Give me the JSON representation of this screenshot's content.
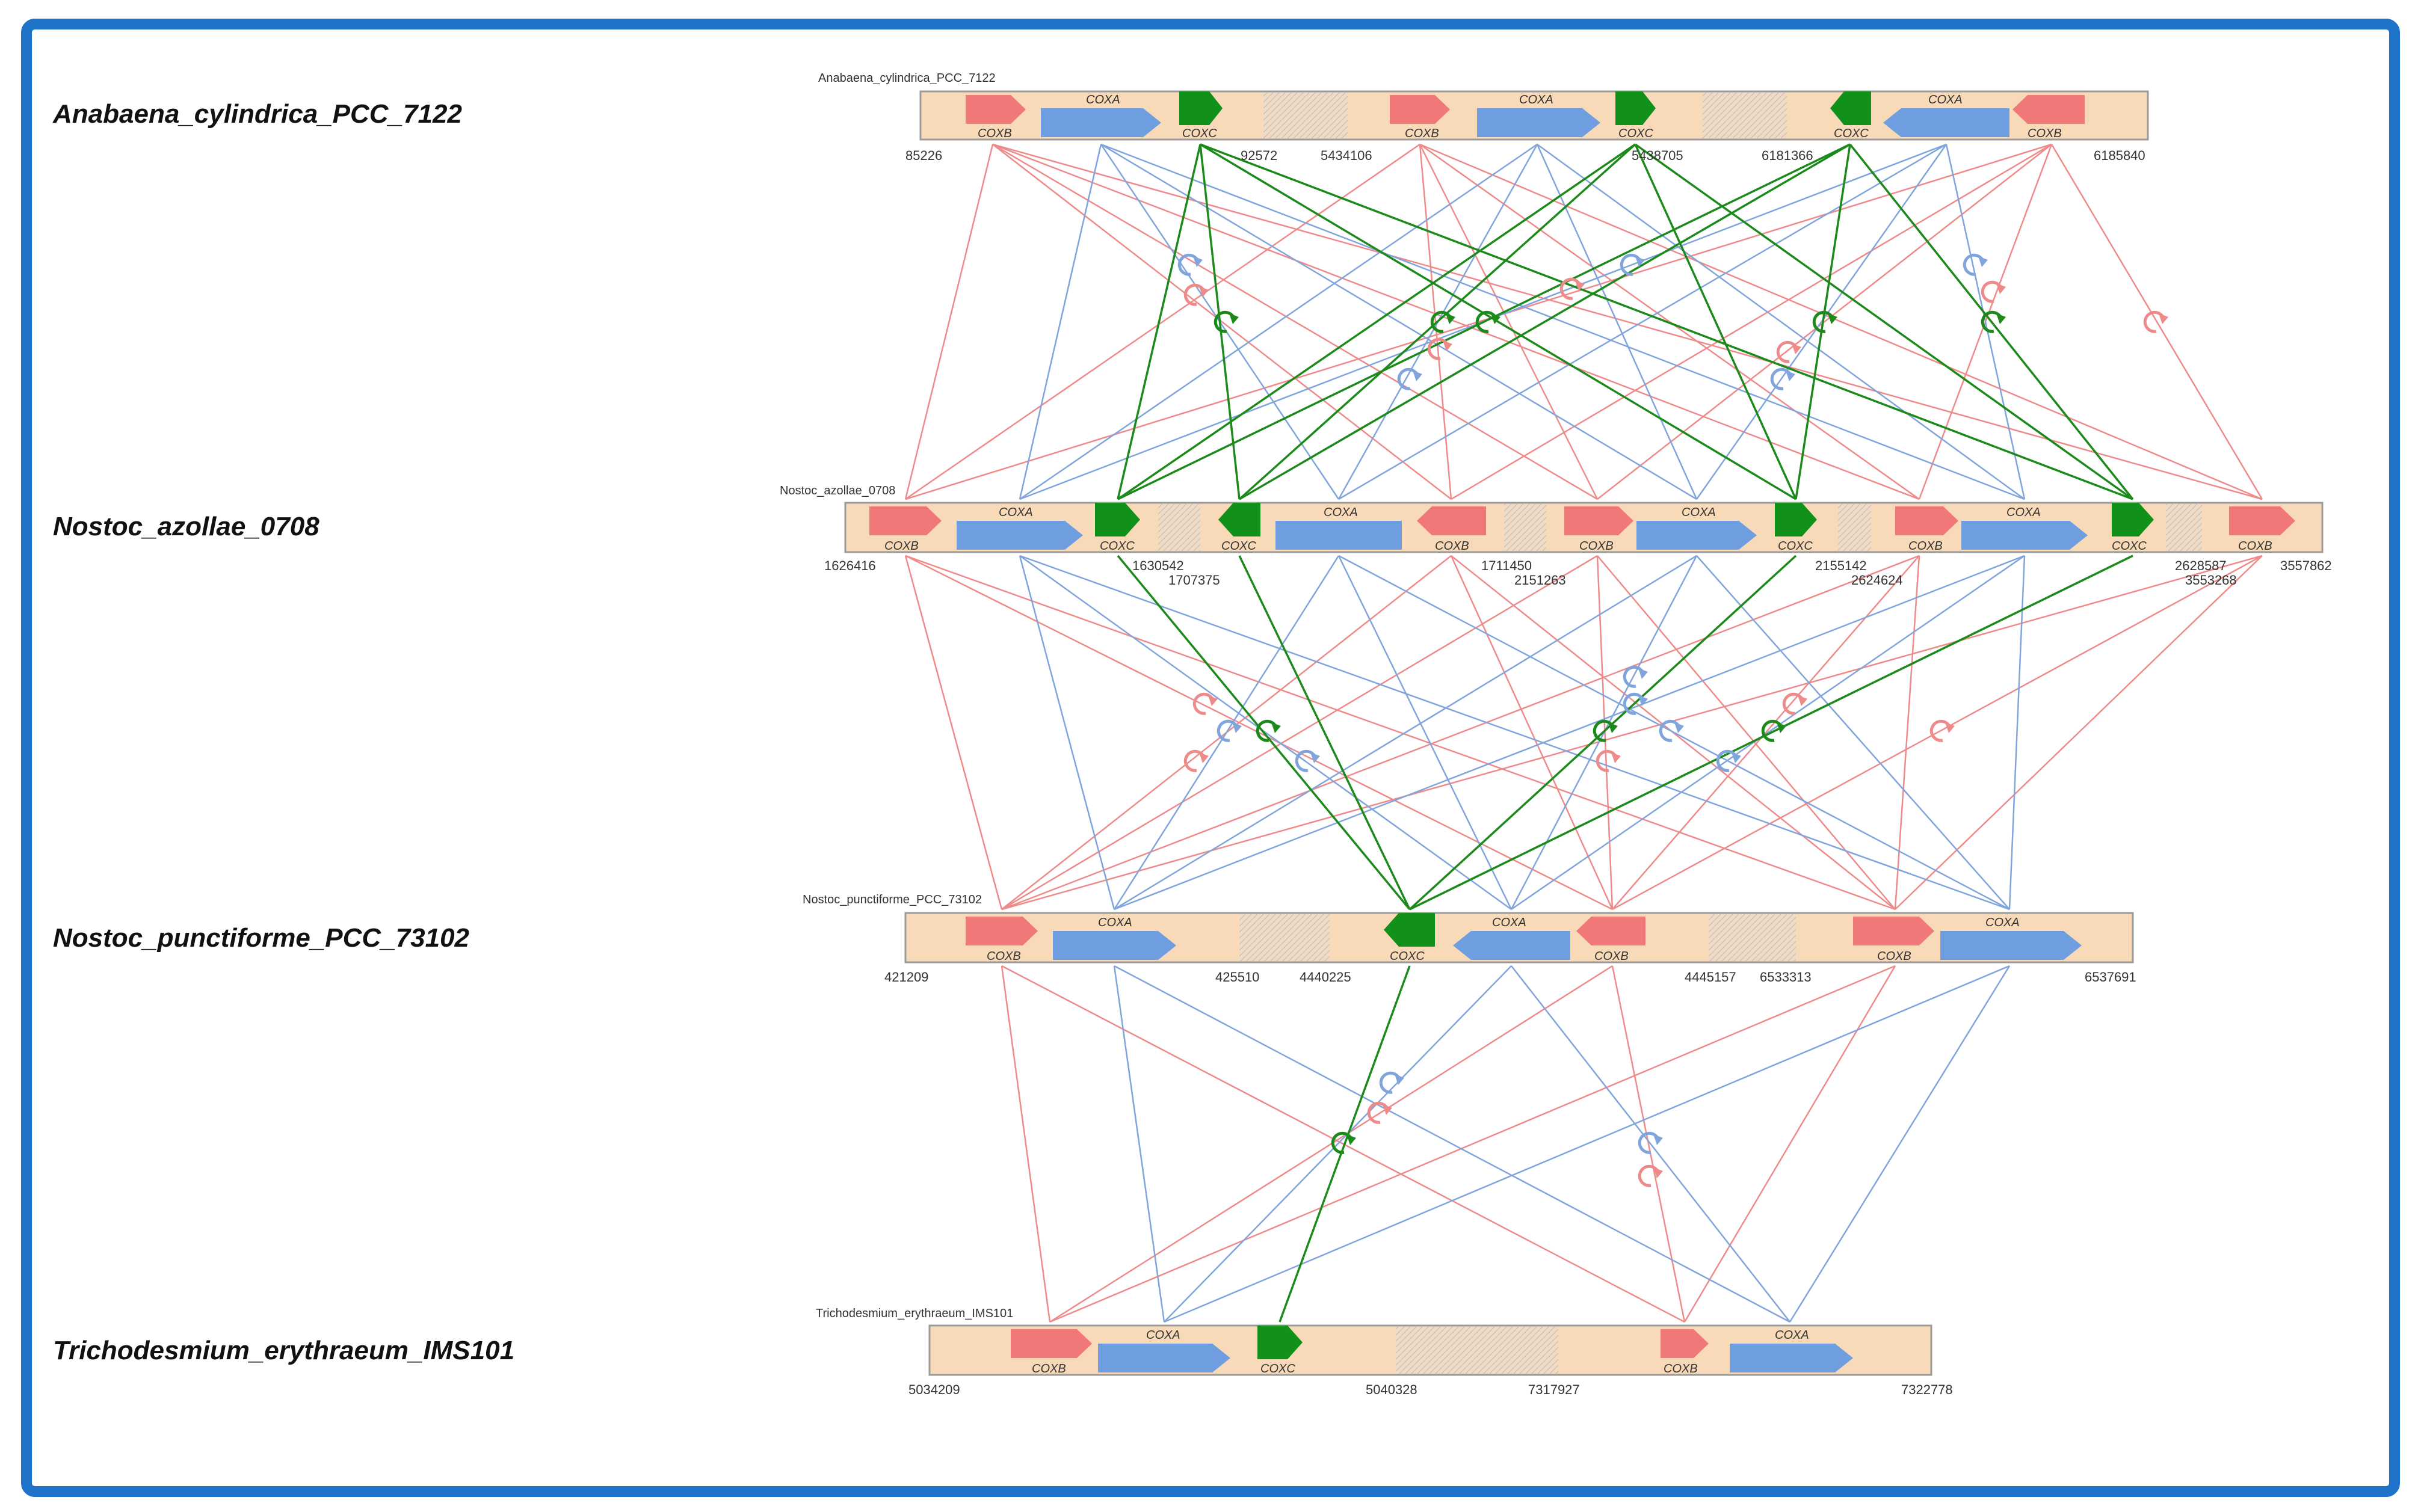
{
  "colors": {
    "frame": "#1f73c9",
    "cox_b": "#f07878",
    "cox_a": "#6e9ee0",
    "cox_c": "#11901a",
    "track": "#f8d9b8",
    "track_edge": "#a0a0a0",
    "gap": "#eddcc8",
    "link_b": "#ef8a8a",
    "link_a": "#80a4dc",
    "link_c": "#1b8a1b"
  },
  "genomes": [
    {
      "name": "Anabaena_cylindrica_PCC_7122",
      "track_name": "Anabaena_cylindrica_PCC_7122",
      "coords": [
        "85226",
        "92572",
        "5434106",
        "5438705",
        "6181366",
        "6185840"
      ],
      "gene_labels": [
        "COXB",
        "COXA",
        "COXC",
        "COXB",
        "COXA",
        "COXC",
        "COXC",
        "COXA",
        "COXB"
      ]
    },
    {
      "name": "Nostoc_azollae_0708",
      "track_name": "Nostoc_azollae_0708",
      "coords": [
        "1626416",
        "1630542",
        "1707375",
        "1711450",
        "2151263",
        "2155142",
        "2624624",
        "2628587",
        "3553268",
        "3557862"
      ],
      "gene_labels": [
        "COXB",
        "COXA",
        "COXC",
        "COXC",
        "COXA",
        "COXB",
        "COXB",
        "COXA",
        "COXC",
        "COXB",
        "COXA",
        "COXC",
        "COXB"
      ]
    },
    {
      "name": "Nostoc_punctiforme_PCC_73102",
      "track_name": "Nostoc_punctiforme_PCC_73102",
      "coords": [
        "421209",
        "425510",
        "4440225",
        "4445157",
        "6533313",
        "6537691"
      ],
      "gene_labels": [
        "COXB",
        "COXA",
        "COXC",
        "COXA",
        "COXB",
        "COXB",
        "COXA"
      ]
    },
    {
      "name": "Trichodesmium_erythraeum_IMS101",
      "track_name": "Trichodesmium_erythraeum_IMS101",
      "coords": [
        "5034209",
        "5040328",
        "7317927",
        "7322778"
      ],
      "gene_labels": [
        "COXB",
        "COXA",
        "COXC",
        "COXB",
        "COXA"
      ]
    }
  ]
}
